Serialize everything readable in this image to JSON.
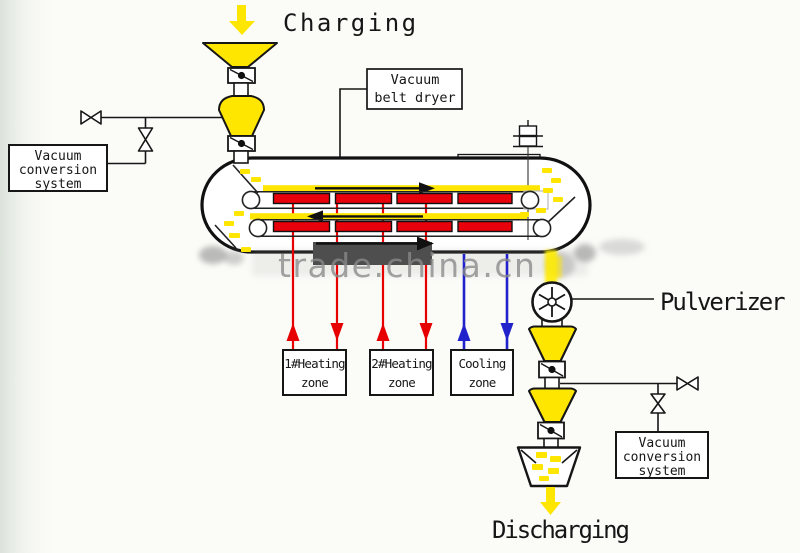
{
  "diagram": {
    "charging_label": "Charging",
    "discharging_label": "Discharging",
    "pulverizer_label": "Pulverizer",
    "dryer_label": {
      "line1": "Vacuum",
      "line2": "belt dryer"
    },
    "vacuum_system_left": {
      "line1": "Vacuum",
      "line2": "conversion",
      "line3": "system"
    },
    "vacuum_system_right": {
      "line1": "Vacuum",
      "line2": "conversion",
      "line3": "system"
    },
    "zones": {
      "zone1_line1": "1#Heating",
      "zone1_line2": "zone",
      "zone2_line1": "2#Heating",
      "zone2_line2": "zone",
      "zone3_line1": "Cooling",
      "zone3_line2": "zone"
    },
    "watermark": "trade.china.cn",
    "colors": {
      "material_yellow": "#ffe600",
      "heater_red": "#e8000b",
      "heating_line_red": "#e60000",
      "cooling_line_blue": "#2222cc",
      "tray_gray": "#4e4e4e",
      "watermark_gray": "#8a8a8a",
      "outline_black": "#111111"
    }
  }
}
